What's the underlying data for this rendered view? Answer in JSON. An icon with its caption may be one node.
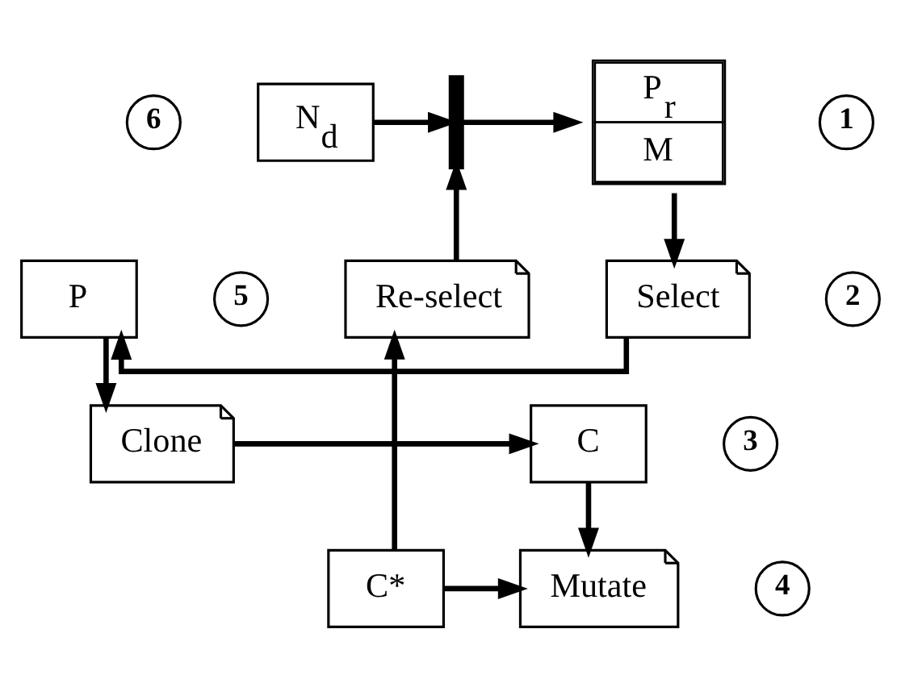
{
  "diagram": {
    "nodes": [
      {
        "text": [
          "N$_{d}$"
        ]
      },
      {
        "text": [],
        "shape": "bar"
      },
      {
        "text": [
          "P$_{r}$",
          "M"
        ]
      },
      {
        "text": [
          "Select"
        ]
      },
      {
        "text": [
          "P"
        ]
      },
      {
        "text": [
          "Clone"
        ]
      },
      {
        "text": [
          "C"
        ]
      },
      {
        "text": [
          "Mutate"
        ]
      },
      {
        "text": [
          "C*"
        ]
      },
      {
        "text": [
          "Re-select"
        ]
      }
    ],
    "edges": [
      {
        "from": 0,
        "to": 1,
        "arrow": "to"
      },
      {
        "from": 1,
        "to": 2,
        "arrow": "to"
      },
      {
        "from": 2,
        "to": 3,
        "arrow": "to"
      },
      {
        "from": 3,
        "to": 4,
        "arrow": "to"
      },
      {
        "from": 4,
        "to": 5,
        "arrow": "to"
      },
      {
        "from": 5,
        "to": 6,
        "arrow": "to"
      },
      {
        "from": 6,
        "to": 7,
        "arrow": "to"
      },
      {
        "from": 8,
        "to": 7,
        "arrow": "to"
      },
      {
        "from": 8,
        "to": 9,
        "arrow": "to"
      },
      {
        "from": 9,
        "to": 1,
        "arrow": "to"
      }
    ],
    "labels": [
      "6",
      "1",
      "2",
      "5",
      "3",
      "4"
    ]
  }
}
